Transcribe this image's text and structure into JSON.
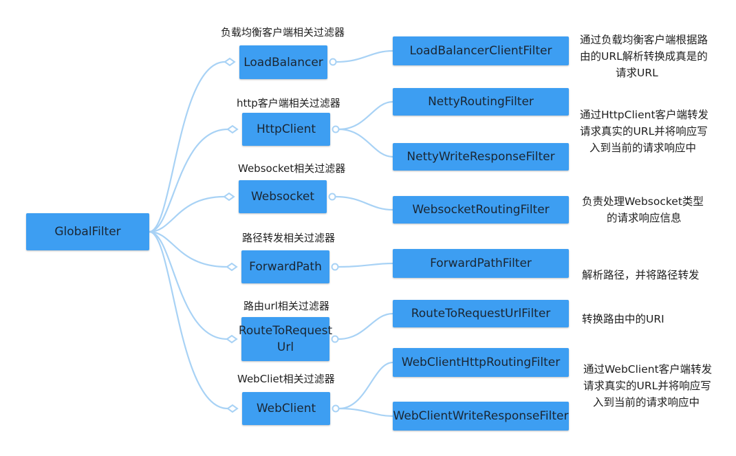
{
  "root": {
    "label": "GlobalFilter"
  },
  "groups": [
    {
      "category_label": "负载均衡客户端相关过滤器",
      "node_label": "LoadBalancer",
      "filters": [
        "LoadBalancerClientFilter"
      ],
      "description": [
        "通过负载均衡客户端根据路",
        "由的URL解析转换成真是的",
        "请求URL"
      ]
    },
    {
      "category_label": "http客户端相关过滤器",
      "node_label": "HttpClient",
      "filters": [
        "NettyRoutingFilter",
        "NettyWriteResponseFilter"
      ],
      "description": [
        "通过HttpClient客户端转发",
        "请求真实的URL并将响应写",
        "入到当前的请求响应中"
      ]
    },
    {
      "category_label": "Websocket相关过滤器",
      "node_label": "Websocket",
      "filters": [
        "WebsocketRoutingFilter"
      ],
      "description": [
        "负责处理Websocket类型",
        "的请求响应信息"
      ]
    },
    {
      "category_label": "路径转发相关过滤器",
      "node_label": "ForwardPath",
      "filters": [
        "ForwardPathFilter"
      ],
      "description": [
        "解析路径，并将路径转发"
      ]
    },
    {
      "category_label": "路由url相关过滤器",
      "node_label_lines": [
        "RouteToReq",
        "uest",
        "Url"
      ],
      "node_label": "RouteToRequestUrl",
      "filters": [
        "RouteToRequestUrlFilter"
      ],
      "description": [
        "转换路由中的URI"
      ]
    },
    {
      "category_label": "WebCliet相关过滤器",
      "node_label": "WebClient",
      "filters": [
        "WebClientHttpRoutingFilter",
        "WebClientWriteResponseFilter"
      ],
      "description": [
        "通过WebClient客户端转发",
        "请求真实的URL并将响应写",
        "入到当前的请求响应中"
      ]
    }
  ],
  "colors": {
    "node": "#3d9ef2",
    "link": "#a8d2f5",
    "text": "#1e1e1e"
  }
}
